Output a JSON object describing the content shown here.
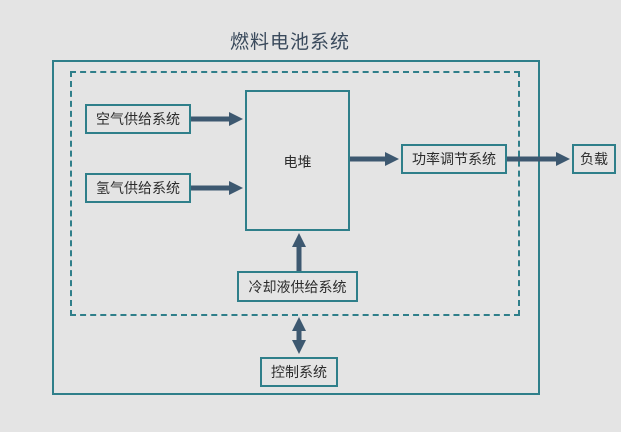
{
  "diagram": {
    "title": "燃料电池系统",
    "stack": "电堆",
    "air_supply": "空气供给系统",
    "hydrogen_supply": "氢气供给系统",
    "power_regulation": "功率调节系统",
    "load": "负载",
    "coolant_supply": "冷却液供给系统",
    "control": "控制系统"
  },
  "colors": {
    "border": "#2f7f8a",
    "arrow": "#3d5870",
    "background": "#e4e4e4"
  }
}
